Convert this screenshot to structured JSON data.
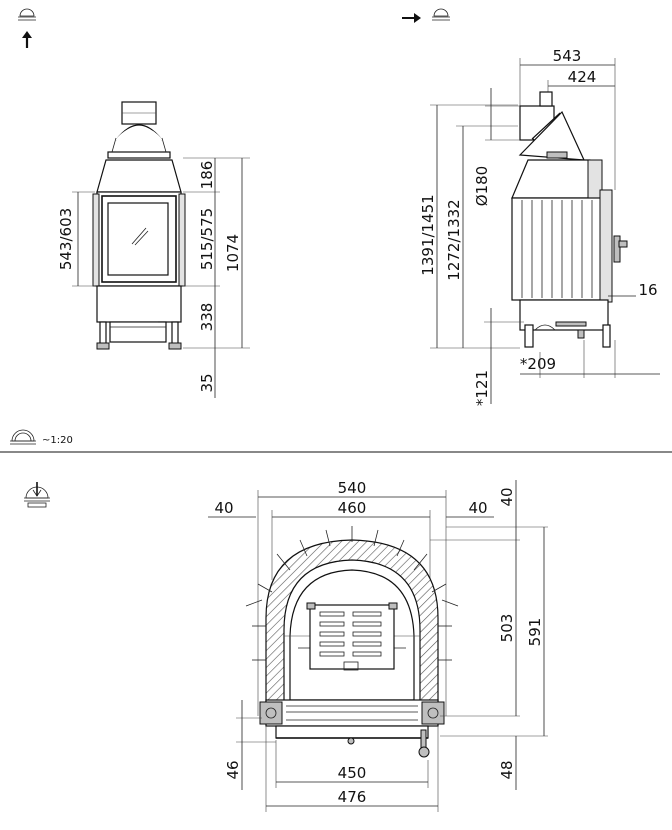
{
  "scale": "~1:20",
  "front": {
    "dims": [
      "186",
      "543/603",
      "515/575",
      "1074",
      "338",
      "35"
    ]
  },
  "side": {
    "dims": [
      "543",
      "424",
      "Ø180",
      "1391/1451",
      "1272/1332",
      "16",
      "*209",
      "*121"
    ]
  },
  "plan": {
    "dims": [
      "540",
      "40",
      "460",
      "40",
      "40",
      "503",
      "591",
      "46",
      "48",
      "450",
      "476"
    ]
  }
}
